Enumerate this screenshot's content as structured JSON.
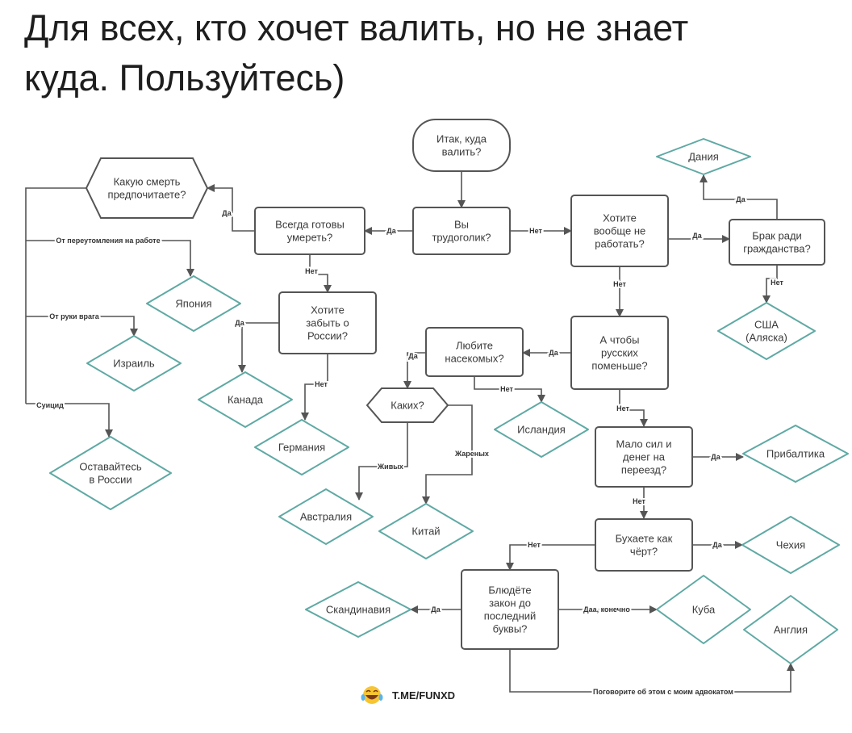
{
  "title": {
    "line1": "Для всех, кто хочет валить, но не знает",
    "line2": "куда. Пользуйтесь)"
  },
  "nodes": {
    "start": {
      "lines": [
        "Итак, куда",
        "валить?"
      ]
    },
    "workaholic": {
      "lines": [
        "Вы",
        "трудоголик?"
      ]
    },
    "ready_die": {
      "lines": [
        "Всегда готовы",
        "умереть?"
      ]
    },
    "death": {
      "lines": [
        "Какую смерть",
        "предпочитаете?"
      ]
    },
    "not_work": {
      "lines": [
        "Хотите",
        "вообще не",
        "работать?"
      ]
    },
    "marriage": {
      "lines": [
        "Брак ради",
        "гражданства?"
      ]
    },
    "denmark": {
      "lines": [
        "Дания"
      ]
    },
    "usa": {
      "lines": [
        "США",
        "(Аляска)"
      ]
    },
    "forget_russia": {
      "lines": [
        "Хотите",
        "забыть о",
        "России?"
      ]
    },
    "japan": {
      "lines": [
        "Япония"
      ]
    },
    "israel": {
      "lines": [
        "Израиль"
      ]
    },
    "stay": {
      "lines": [
        "Оставайтесь",
        "в России"
      ]
    },
    "canada": {
      "lines": [
        "Канада"
      ]
    },
    "germany": {
      "lines": [
        "Германия"
      ]
    },
    "insects": {
      "lines": [
        "Любите",
        "насекомых?"
      ]
    },
    "fewer_russians": {
      "lines": [
        "А чтобы",
        "русских",
        "поменьше?"
      ]
    },
    "which": {
      "lines": [
        "Каких?"
      ]
    },
    "iceland": {
      "lines": [
        "Исландия"
      ]
    },
    "australia": {
      "lines": [
        "Австралия"
      ]
    },
    "china": {
      "lines": [
        "Китай"
      ]
    },
    "money": {
      "lines": [
        "Мало сил и",
        "денег на",
        "переезд?"
      ]
    },
    "baltics": {
      "lines": [
        "Прибалтика"
      ]
    },
    "drink": {
      "lines": [
        "Бухаете как",
        "чёрт?"
      ]
    },
    "czech": {
      "lines": [
        "Чехия"
      ]
    },
    "law": {
      "lines": [
        "Блюдёте",
        "закон до",
        "последний",
        "буквы?"
      ]
    },
    "scandinavia": {
      "lines": [
        "Скандинавия"
      ]
    },
    "cuba": {
      "lines": [
        "Куба"
      ]
    },
    "england": {
      "lines": [
        "Англия"
      ]
    }
  },
  "edges": [
    {
      "label": ""
    },
    {
      "label": "Да"
    },
    {
      "label": "Нет"
    },
    {
      "label": "Да"
    },
    {
      "label": "Нет"
    },
    {
      "label": "Да"
    },
    {
      "label": "Нет"
    },
    {
      "label": ""
    },
    {
      "label": "От переутомления на работе"
    },
    {
      "label": "От руки врага"
    },
    {
      "label": "Суицид"
    },
    {
      "label": "Да"
    },
    {
      "label": "Нет"
    },
    {
      "label": "Да"
    },
    {
      "label": "Нет"
    },
    {
      "label": "Да"
    },
    {
      "label": "Нет"
    },
    {
      "label": "Да"
    },
    {
      "label": "Нет"
    },
    {
      "label": "Живых"
    },
    {
      "label": "Жареных"
    },
    {
      "label": "Да"
    },
    {
      "label": "Нет"
    },
    {
      "label": "Да"
    },
    {
      "label": "Нет"
    },
    {
      "label": "Да"
    },
    {
      "label": "Даа, конечно"
    },
    {
      "label": "Поговорите об этом с моим адвокатом"
    }
  ],
  "watermark": {
    "icon": "laughing-tears-emoji",
    "text": "T.ME/FUNXD"
  },
  "colors": {
    "box_stroke": "#555555",
    "diamond_stroke": "#5fa9a4",
    "line": "#555555"
  }
}
